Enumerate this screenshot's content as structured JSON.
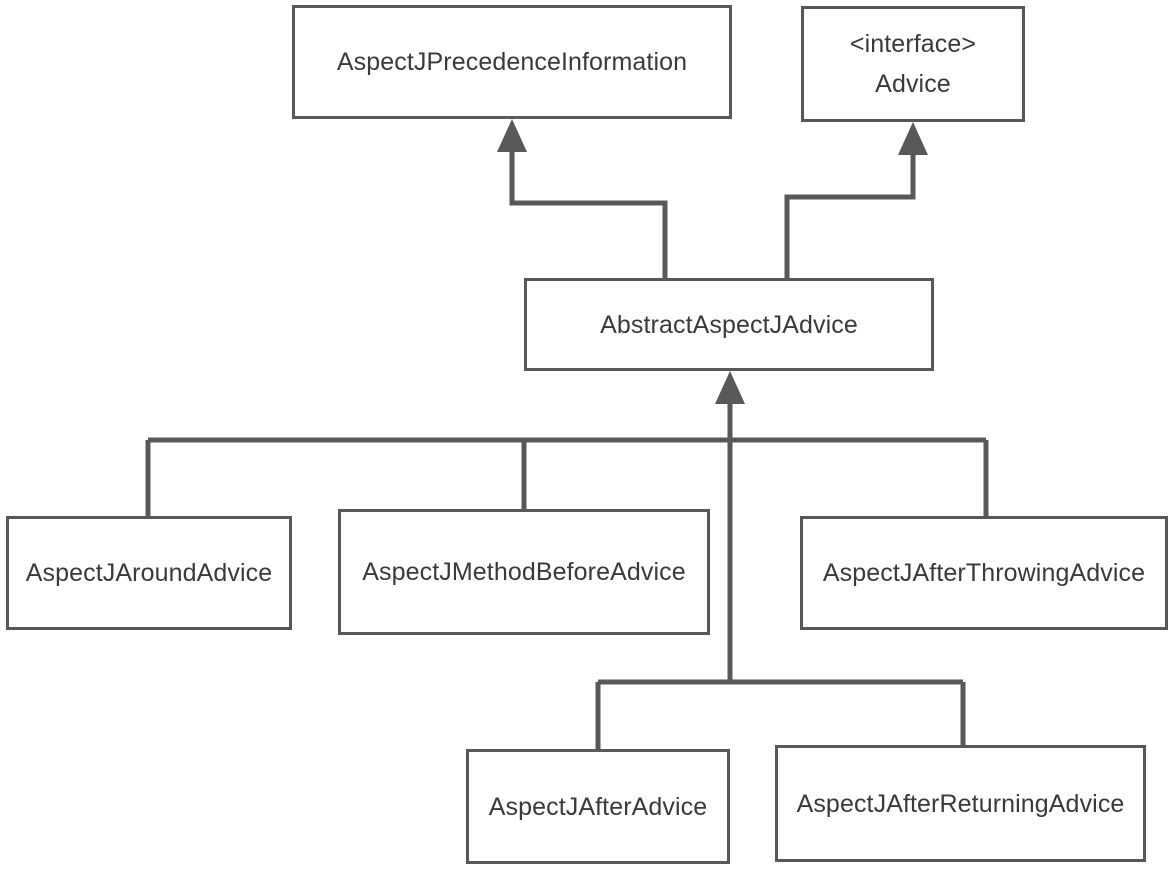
{
  "diagram": {
    "kind": "uml-class-hierarchy",
    "line_color": "#585858",
    "text_color": "#3a3a3a",
    "background_color": "#ffffff",
    "nodes": {
      "precedence_information": {
        "label": "AspectJPrecedenceInformation"
      },
      "advice_interface": {
        "stereotype": "<interface>",
        "label": "Advice"
      },
      "abstract_aspectj_advice": {
        "label": "AbstractAspectJAdvice"
      },
      "around_advice": {
        "label": "AspectJAroundAdvice"
      },
      "method_before_advice": {
        "label": "AspectJMethodBeforeAdvice"
      },
      "after_throwing_advice": {
        "label": "AspectJAfterThrowingAdvice"
      },
      "after_advice": {
        "label": "AspectJAfterAdvice"
      },
      "after_returning_advice": {
        "label": "AspectJAfterReturningAdvice"
      }
    },
    "edges": [
      {
        "from": "abstract_aspectj_advice",
        "to": "precedence_information",
        "type": "generalization"
      },
      {
        "from": "abstract_aspectj_advice",
        "to": "advice_interface",
        "type": "generalization"
      },
      {
        "from": "around_advice",
        "to": "abstract_aspectj_advice",
        "type": "generalization"
      },
      {
        "from": "method_before_advice",
        "to": "abstract_aspectj_advice",
        "type": "generalization"
      },
      {
        "from": "after_throwing_advice",
        "to": "abstract_aspectj_advice",
        "type": "generalization"
      },
      {
        "from": "after_advice",
        "to": "abstract_aspectj_advice",
        "type": "generalization"
      },
      {
        "from": "after_returning_advice",
        "to": "abstract_aspectj_advice",
        "type": "generalization"
      }
    ]
  }
}
